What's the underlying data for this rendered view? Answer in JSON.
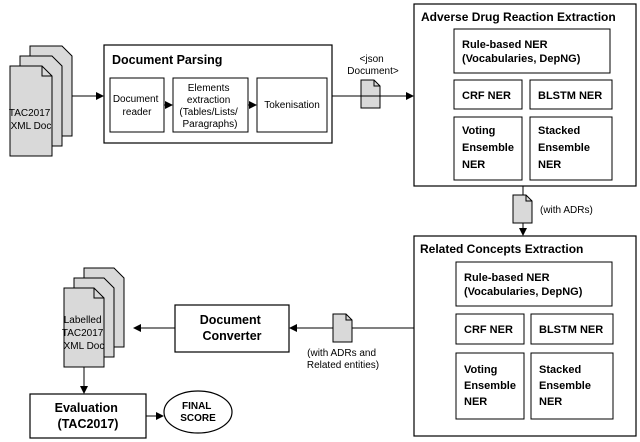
{
  "input_doc": {
    "label": [
      "TAC2017",
      "XML Doc"
    ]
  },
  "document_parsing": {
    "title": "Document Parsing",
    "steps": [
      {
        "label": [
          "Document",
          "reader"
        ]
      },
      {
        "label": [
          "Elements",
          "extraction",
          "(Tables/Lists/",
          "Paragraphs)"
        ]
      },
      {
        "label": [
          "Tokenisation"
        ]
      }
    ]
  },
  "json_document": {
    "label": [
      "<json",
      "Document>"
    ]
  },
  "adr_extraction": {
    "title": "Adverse Drug Reaction Extraction",
    "rule_based": [
      "Rule-based NER",
      "(Vocabularies, DepNG)"
    ],
    "crf": "CRF NER",
    "blstm": "BLSTM NER",
    "voting": [
      "Voting",
      "Ensemble",
      "NER"
    ],
    "stacked": [
      "Stacked",
      "Ensemble",
      "NER"
    ]
  },
  "with_adrs": {
    "label": "(with ADRs)"
  },
  "related_extraction": {
    "title": "Related Concepts Extraction",
    "rule_based": [
      "Rule-based NER",
      "(Vocabularies, DepNG)"
    ],
    "crf": "CRF NER",
    "blstm": "BLSTM NER",
    "voting": [
      "Voting",
      "Ensemble",
      "NER"
    ],
    "stacked": [
      "Stacked",
      "Ensemble",
      "NER"
    ]
  },
  "with_adrs_related": {
    "label": [
      "(with ADRs and",
      "Related entities)"
    ]
  },
  "document_converter": {
    "label": [
      "Document",
      "Converter"
    ]
  },
  "labelled_doc": {
    "label": [
      "Labelled",
      "TAC2017",
      "XML Doc"
    ]
  },
  "evaluation": {
    "label": [
      "Evaluation",
      "(TAC2017)"
    ]
  },
  "final_score": {
    "label": [
      "FINAL",
      "SCORE"
    ]
  },
  "colors": {
    "stroke": "#000000",
    "doc_fill": "#d9d9d9",
    "background": "#ffffff"
  }
}
